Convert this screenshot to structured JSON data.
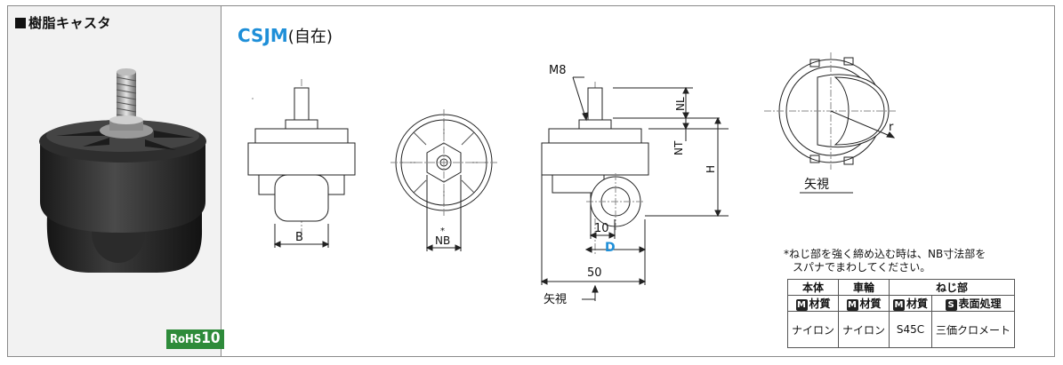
{
  "section": {
    "title": "樹脂キャスタ",
    "rohs_prefix": "RoHS",
    "rohs_number": "10"
  },
  "product": {
    "code": "CSJM",
    "type": "(自在)"
  },
  "dimensions": {
    "m8": "M8",
    "nl": "NL",
    "nt": "NT",
    "h": "H",
    "b": "B",
    "nb": "NB",
    "nb_mark": "*",
    "d": "D",
    "ten": "10",
    "fifty": "50",
    "r": "r",
    "view_label": "矢視",
    "view_label_arrow": "矢視"
  },
  "colors": {
    "accent_blue": "#1f8fd8",
    "rohs_green": "#2e8b3a"
  },
  "note": {
    "line1": "*ねじ部を強く締め込む時は、NB寸法部を",
    "line2": "スパナでまわしてください。"
  },
  "spec_table": {
    "col_body": "本体",
    "col_wheel": "車輪",
    "col_thread": "ねじ部",
    "badge_m": "M",
    "badge_s": "S",
    "material": "材質",
    "surface": "表面処理",
    "body_material": "ナイロン",
    "wheel_material": "ナイロン",
    "thread_material": "S45C",
    "thread_surface": "三価クロメート"
  }
}
